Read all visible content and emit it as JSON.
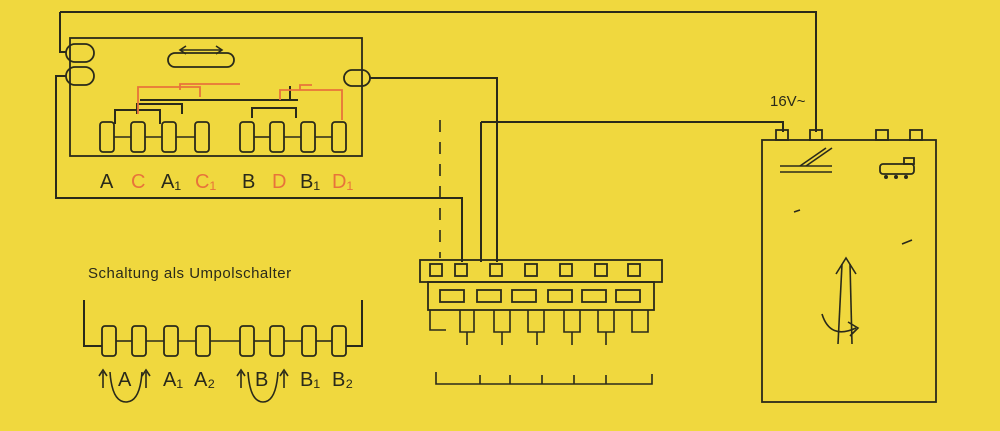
{
  "colors": {
    "background": "#f0d83e",
    "line": "#2a2a1a",
    "accent": "#e8733a"
  },
  "top_switch": {
    "labels": [
      {
        "text": "A",
        "color": "line"
      },
      {
        "text": "C",
        "color": "accent"
      },
      {
        "text": "A₁",
        "color": "line"
      },
      {
        "text": "C₁",
        "color": "accent"
      },
      {
        "text": "B",
        "color": "line"
      },
      {
        "text": "D",
        "color": "accent"
      },
      {
        "text": "B₁",
        "color": "line"
      },
      {
        "text": "D₁",
        "color": "accent"
      }
    ]
  },
  "power": {
    "voltage_label": "16V~"
  },
  "reversing_switch": {
    "title": "Schaltung als Umpolschalter",
    "labels": [
      "A",
      "A₁",
      "A₂",
      "B",
      "B₁",
      "B₂"
    ]
  },
  "icons": [
    "double-arrow-icon",
    "track-switch-icon",
    "locomotive-icon",
    "direction-arrow-icon"
  ]
}
